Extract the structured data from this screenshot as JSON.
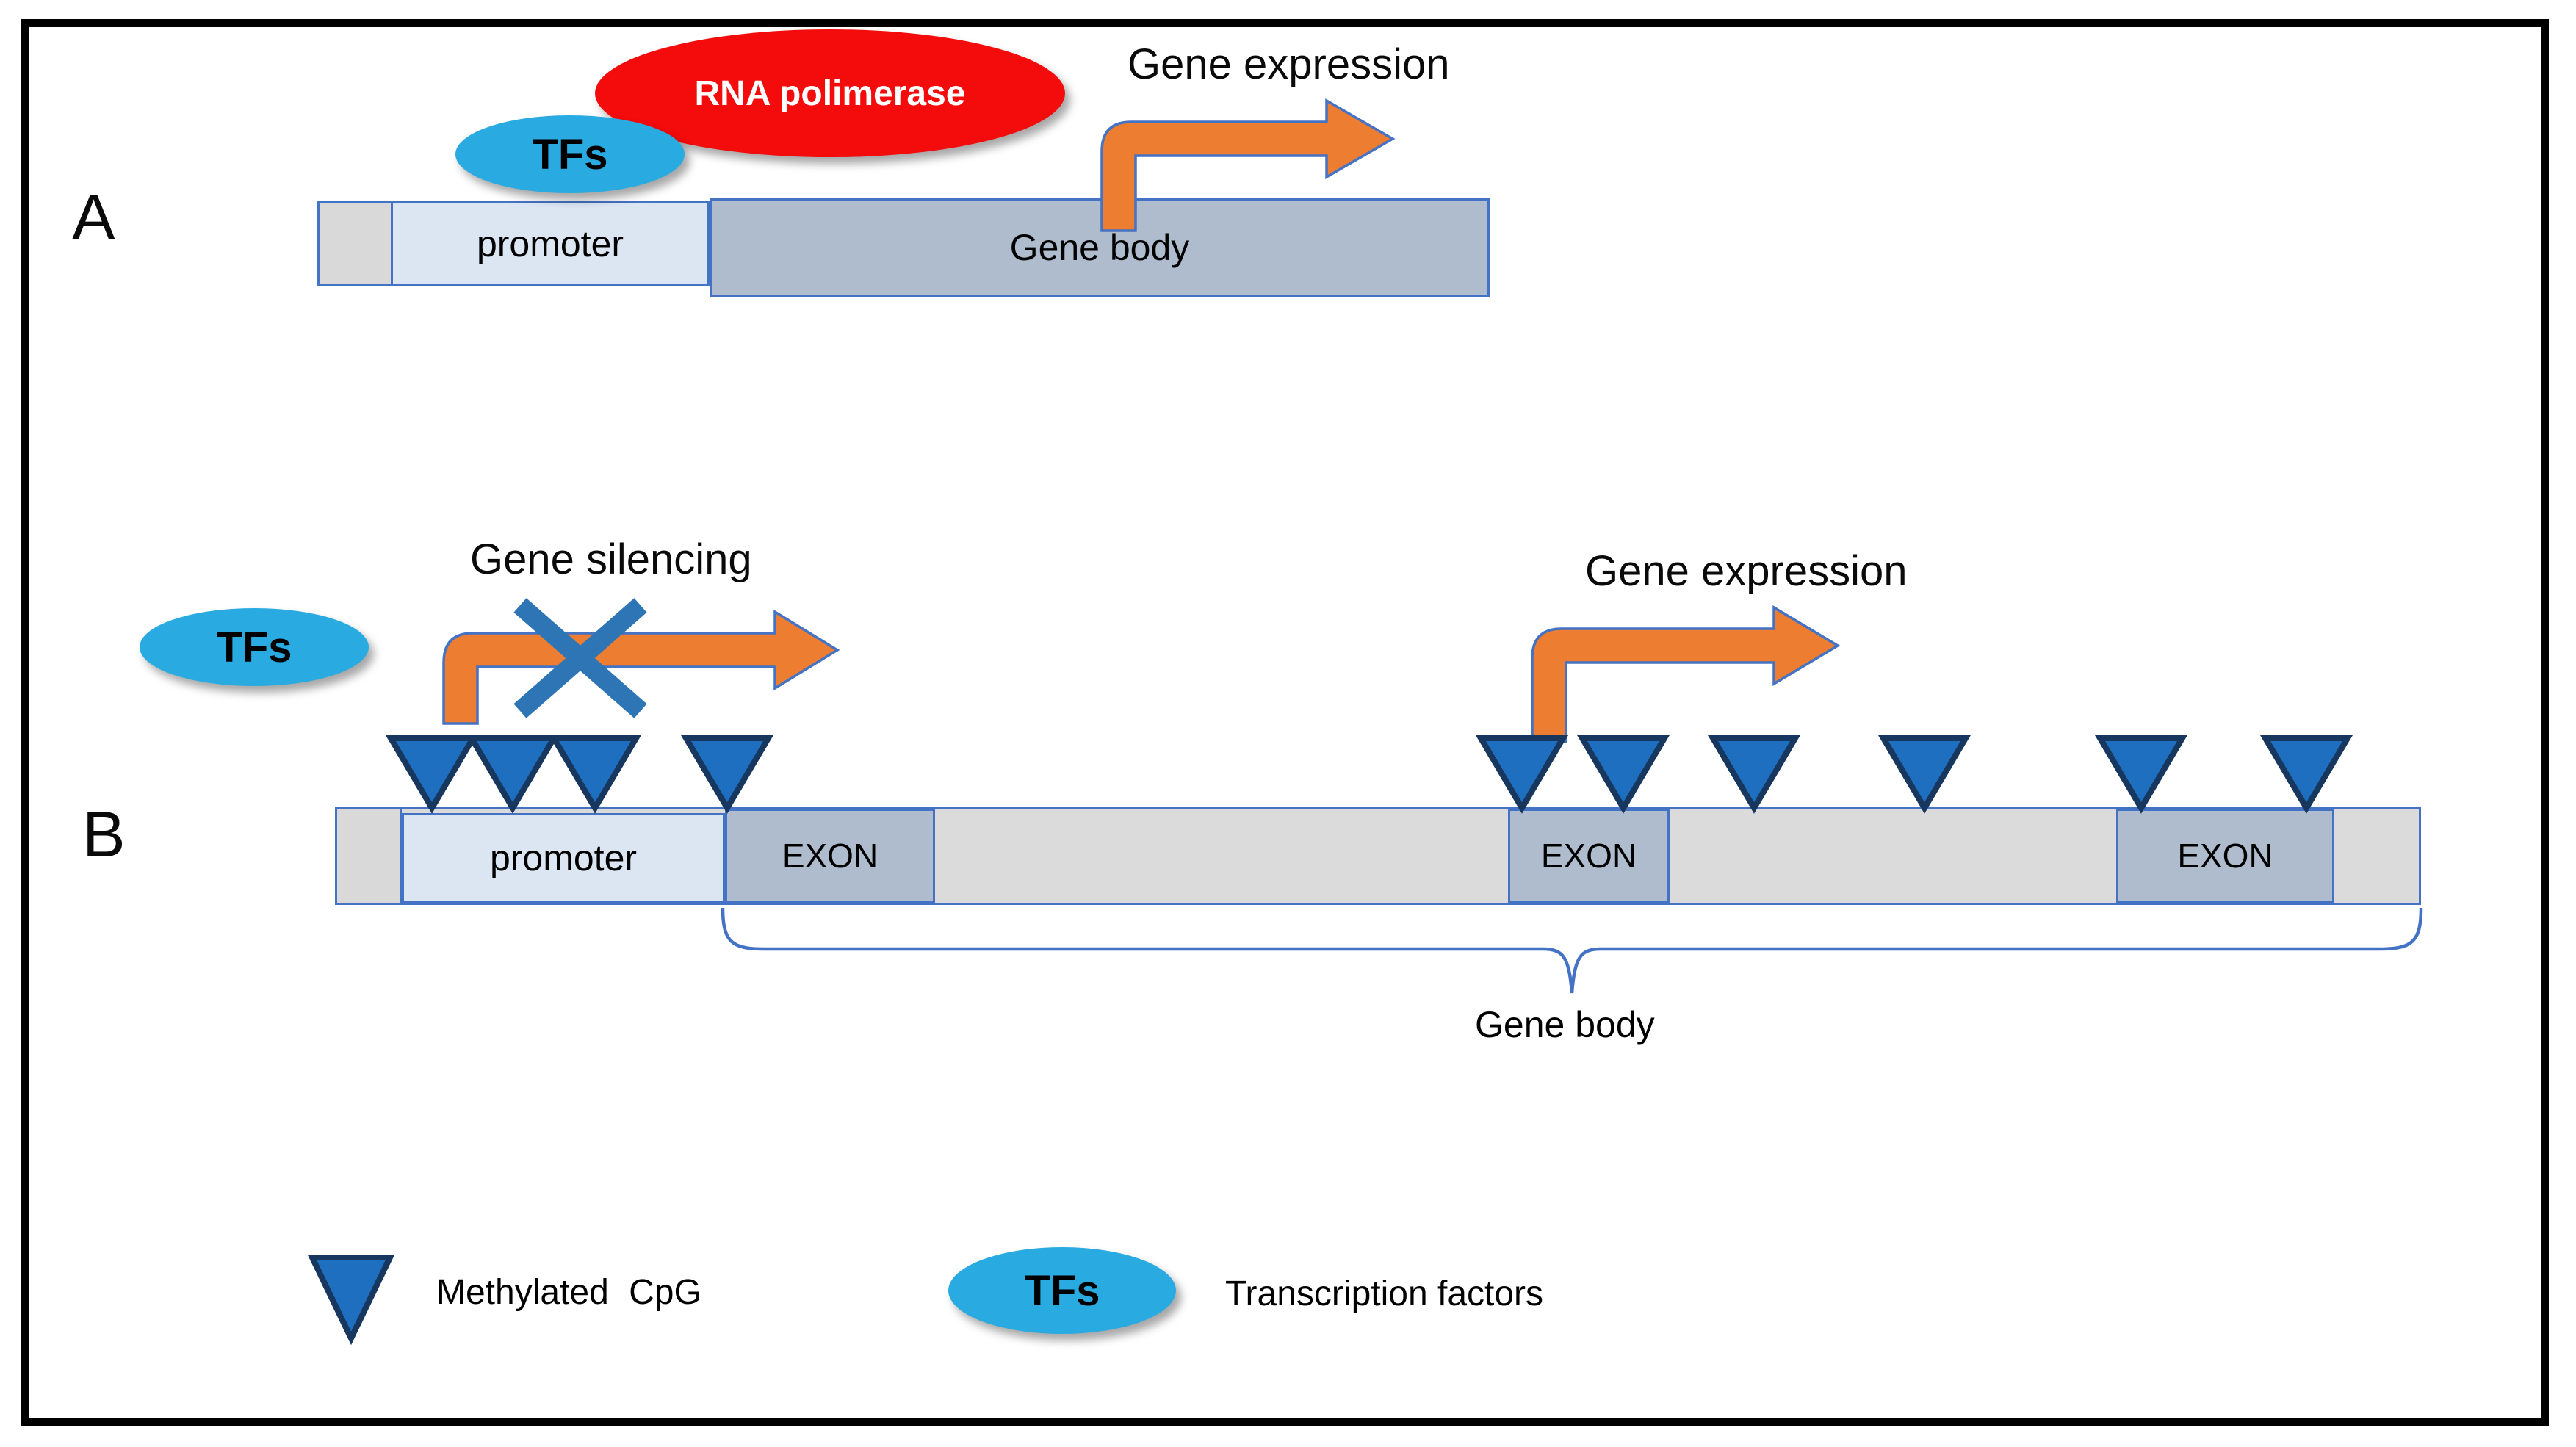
{
  "figure": {
    "panel_a": {
      "label": "A",
      "tfs_label": "TFs",
      "rna_polymerase_label": "RNA polimerase",
      "gene_expression_label": "Gene expression",
      "bar": {
        "promoter_label": "promoter",
        "gene_body_label": "Gene body"
      }
    },
    "panel_b": {
      "label": "B",
      "tfs_label": "TFs",
      "gene_silencing_label": "Gene silencing",
      "gene_expression_label": "Gene expression",
      "bar": {
        "promoter_label": "promoter",
        "exons": [
          "EXON",
          "EXON",
          "EXON"
        ]
      },
      "gene_body_brace_label": "Gene body",
      "methylation_sites": {
        "promoter_region_x": [
          588,
          698,
          810,
          990
        ],
        "gene_body_region_x": [
          2072,
          2210,
          2388,
          2620,
          2915,
          3140
        ]
      }
    },
    "legend": {
      "methylated_cpg_label": "Methylated  CpG",
      "tfs_symbol": "TFs",
      "tfs_label": "Transcription factors"
    },
    "colors": {
      "accent_border_blue": "#4472C4",
      "tfs_cyan": "#29ABE2",
      "rna_polymerase_red": "#F40B0B",
      "arrow_orange": "#ED7D31",
      "triangle_fill": "#1E6FC0",
      "triangle_stroke": "#17375E",
      "cross_blue": "#2E75B6",
      "promoter_fill": "#DCE6F3",
      "gene_body_fill": "#AEBCCD",
      "spacer_gray": "#D9D9D9"
    }
  }
}
